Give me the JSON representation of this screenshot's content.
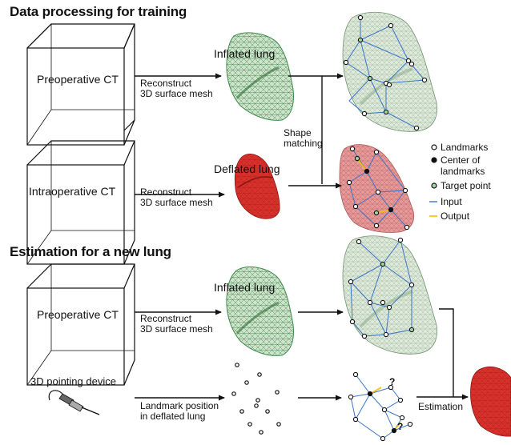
{
  "sections": {
    "training_title": "Data processing for training",
    "estimation_title": "Estimation for a new lung"
  },
  "boxes": {
    "preop_label": "Preoperative CT",
    "intraop_label": "Intraoperative CT",
    "preop2_label": "Preoperative CT"
  },
  "steps": {
    "reconstruct_1": "Reconstruct",
    "surface_1": "3D surface mesh",
    "reconstruct_2": "Reconstruct",
    "surface_2": "3D surface mesh",
    "reconstruct_3": "Reconstruct",
    "surface_3": "3D surface mesh",
    "shape": "Shape",
    "matching": "matching",
    "landmark_position": "Landmark position",
    "in_deflated": "in deflated lung",
    "estimation": "Estimation",
    "pointing_device": "3D pointing device"
  },
  "meshes": {
    "inflated_1": "Inflated lung",
    "deflated": "Deflated lung",
    "inflated_2": "Inflated lung"
  },
  "legend": {
    "landmarks": "Landmarks",
    "center_line1": "Center of",
    "center_line2": "landmarks",
    "target": "Target point",
    "input": "Input",
    "output": "Output"
  },
  "question_marks": [
    "?",
    "?"
  ],
  "colors": {
    "inflated_fill": "#cfe3cc",
    "inflated_mesh": "#3f8a4a",
    "deflated_fill": "#d8312b",
    "pale_fill": "#dfe9dc",
    "pink_fill": "#e79a9a",
    "input_line": "#3b74c9",
    "output_line": "#f2c200",
    "target_point": "#9fd6a3"
  }
}
